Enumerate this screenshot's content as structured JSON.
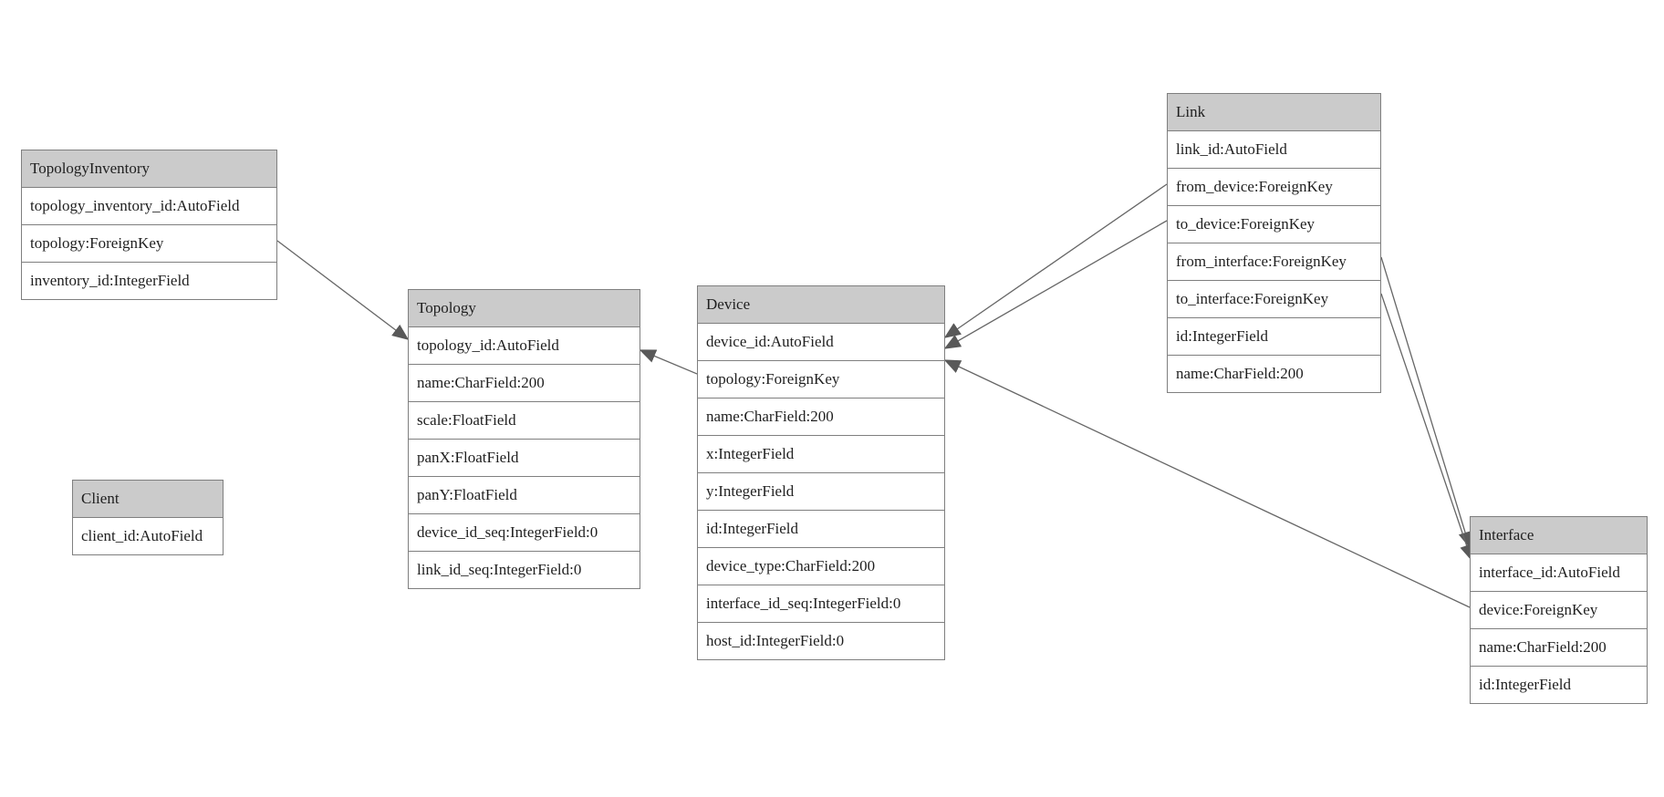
{
  "entities": [
    {
      "name": "TopologyInventory",
      "fields": [
        "topology_inventory_id:AutoField",
        "topology:ForeignKey",
        "inventory_id:IntegerField"
      ]
    },
    {
      "name": "Topology",
      "fields": [
        "topology_id:AutoField",
        "name:CharField:200",
        "scale:FloatField",
        "panX:FloatField",
        "panY:FloatField",
        "device_id_seq:IntegerField:0",
        "link_id_seq:IntegerField:0"
      ]
    },
    {
      "name": "Client",
      "fields": [
        "client_id:AutoField"
      ]
    },
    {
      "name": "Device",
      "fields": [
        "device_id:AutoField",
        "topology:ForeignKey",
        "name:CharField:200",
        "x:IntegerField",
        "y:IntegerField",
        "id:IntegerField",
        "device_type:CharField:200",
        "interface_id_seq:IntegerField:0",
        "host_id:IntegerField:0"
      ]
    },
    {
      "name": "Link",
      "fields": [
        "link_id:AutoField",
        "from_device:ForeignKey",
        "to_device:ForeignKey",
        "from_interface:ForeignKey",
        "to_interface:ForeignKey",
        "id:IntegerField",
        "name:CharField:200"
      ]
    },
    {
      "name": "Interface",
      "fields": [
        "interface_id:AutoField",
        "device:ForeignKey",
        "name:CharField:200",
        "id:IntegerField"
      ]
    }
  ],
  "relationships": [
    {
      "from": "TopologyInventory.topology",
      "to": "Topology"
    },
    {
      "from": "Device.topology",
      "to": "Topology"
    },
    {
      "from": "Link.from_device",
      "to": "Device"
    },
    {
      "from": "Link.to_device",
      "to": "Device"
    },
    {
      "from": "Link.from_interface",
      "to": "Interface"
    },
    {
      "from": "Link.to_interface",
      "to": "Interface"
    },
    {
      "from": "Interface.device",
      "to": "Device"
    }
  ],
  "colors": {
    "header_bg": "#cbcbcb",
    "border": "#7f7f7f",
    "edge": "#666666",
    "arrowhead": "#595959",
    "text": "#1f1f1f",
    "background": "#ffffff"
  }
}
